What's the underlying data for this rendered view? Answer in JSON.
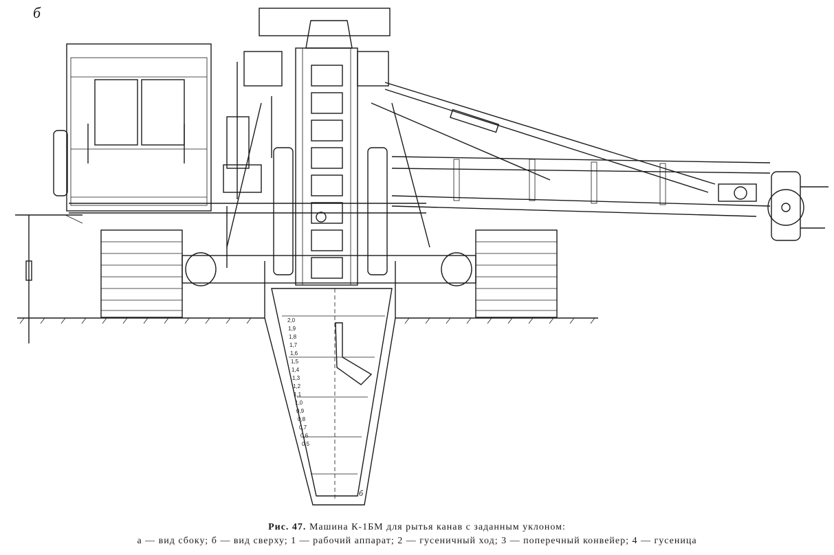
{
  "corner_label": "б",
  "bottom_label": "б",
  "depth_scale": [
    "2,0",
    "1,9",
    "1,8",
    "1,7",
    "1,6",
    "1,5",
    "1,4",
    "1,3",
    "1,2",
    "1,1",
    "1,0",
    "0,9",
    "0,8",
    "0,7",
    "0,6",
    "0,5"
  ],
  "caption": {
    "figure": "Рис. 47.",
    "title": "Машина К-1БМ для рытья канав с заданным уклоном:",
    "legend": "а — вид сбоку; б — вид сверху; 1 — рабочий аппарат; 2 — гусеничный ход; 3 — поперечный конвейер; 4 — гусеница"
  }
}
